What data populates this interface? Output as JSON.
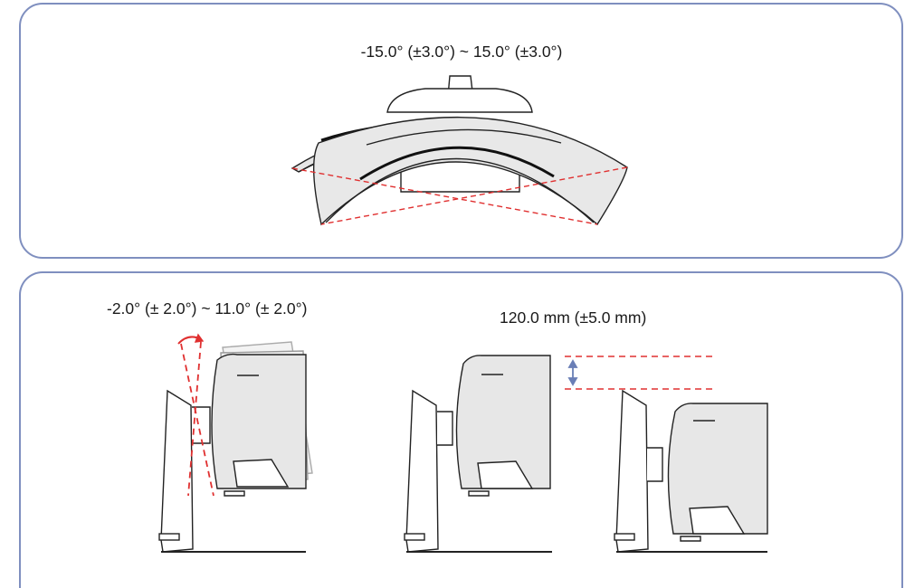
{
  "swivel": {
    "label": "-15.0° (±3.0°) ~ 15.0° (±3.0°)"
  },
  "tilt": {
    "label": "-2.0° (± 2.0°) ~ 11.0° (± 2.0°)"
  },
  "height": {
    "label": "120.0 mm (±5.0 mm)"
  },
  "colors": {
    "border": "#7f8fbf",
    "guide_lines": "#e03030",
    "height_arrow": "#6a7fb6",
    "monitor_fill": "#e7e7e7",
    "outline": "#222222"
  }
}
